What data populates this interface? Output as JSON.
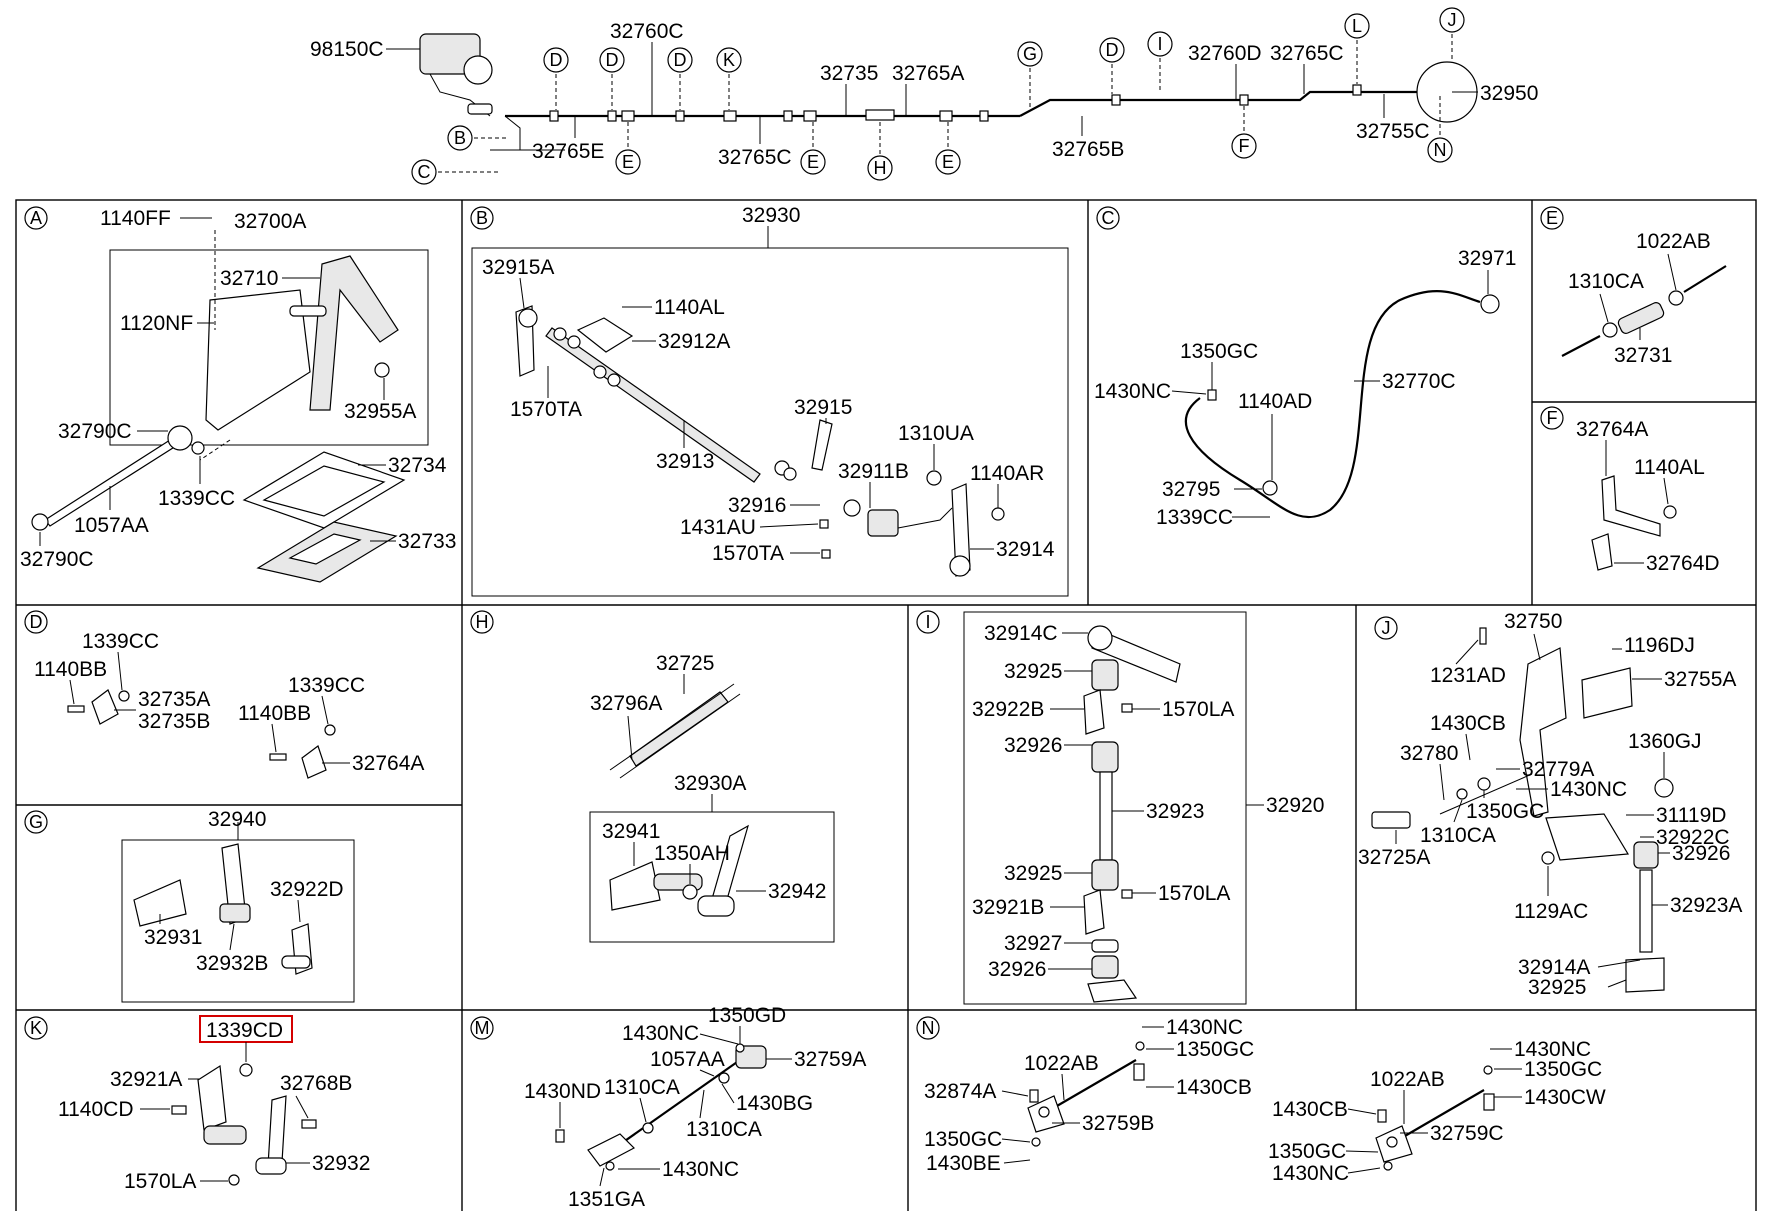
{
  "top": {
    "labels": [
      "98150C",
      "32760C",
      "32735",
      "32765A",
      "32760D",
      "32765C",
      "32950",
      "32765E",
      "32765C",
      "32765B",
      "32755C"
    ],
    "callouts": [
      "D",
      "D",
      "D",
      "K",
      "G",
      "D",
      "I",
      "L",
      "J",
      "B",
      "C",
      "E",
      "E",
      "H",
      "E",
      "F",
      "N"
    ]
  },
  "sections": {
    "A": {
      "letter": "A",
      "labels": [
        "1140FF",
        "32700A",
        "32710",
        "1120NF",
        "32955A",
        "32790C",
        "32734",
        "1339CC",
        "1057AA",
        "32733",
        "32790C"
      ]
    },
    "B": {
      "letter": "B",
      "labels": [
        "32930",
        "32915A",
        "1140AL",
        "32912A",
        "1570TA",
        "32915",
        "32913",
        "1310UA",
        "32911B",
        "1140AR",
        "32916",
        "1431AU",
        "1570TA",
        "32914"
      ]
    },
    "C": {
      "letter": "C",
      "labels": [
        "32971",
        "1350GC",
        "1430NC",
        "32770C",
        "1140AD",
        "32795",
        "1339CC"
      ]
    },
    "E": {
      "letter": "E",
      "labels": [
        "1022AB",
        "1310CA",
        "32731"
      ]
    },
    "F": {
      "letter": "F",
      "labels": [
        "32764A",
        "1140AL",
        "32764D"
      ]
    },
    "D": {
      "letter": "D",
      "labels": [
        "1339CC",
        "1140BB",
        "32735A",
        "32735B",
        "1339CC",
        "1140BB",
        "32764A"
      ]
    },
    "H": {
      "letter": "H",
      "labels": [
        "32725",
        "32796A",
        "32930A",
        "32941",
        "1350AH",
        "32942"
      ]
    },
    "I": {
      "letter": "I",
      "labels": [
        "32914C",
        "32925",
        "32922B",
        "1570LA",
        "32926",
        "32923",
        "32920",
        "32925",
        "1570LA",
        "32921B",
        "32927",
        "32926"
      ]
    },
    "J": {
      "letter": "J",
      "labels": [
        "32750",
        "1196DJ",
        "1231AD",
        "32755A",
        "1430CB",
        "1360GJ",
        "32780",
        "32779A",
        "1430NC",
        "1350GC",
        "31119D",
        "1310CA",
        "32922C",
        "32725A",
        "32926",
        "1129AC",
        "32923A",
        "32914A",
        "32925"
      ]
    },
    "G": {
      "letter": "G",
      "labels": [
        "32940",
        "32922D",
        "32931",
        "32932B"
      ]
    },
    "K": {
      "letter": "K",
      "highlight": "1339CD",
      "labels": [
        "32921A",
        "32768B",
        "1140CD",
        "32932",
        "1570LA"
      ]
    },
    "M": {
      "letter": "M",
      "labels": [
        "1350GD",
        "1430NC",
        "1057AA",
        "32759A",
        "1430ND",
        "1310CA",
        "1430BG",
        "1310CA",
        "1430NC",
        "1351GA"
      ]
    },
    "N": {
      "letter": "N",
      "labels": [
        "1430NC",
        "1350GC",
        "1022AB",
        "1430CB",
        "32874A",
        "32759B",
        "1350GC",
        "1430BE",
        "1430NC",
        "1350GC",
        "1022AB",
        "1430CW",
        "1430CB",
        "32759C",
        "1350GC",
        "1430NC"
      ]
    }
  }
}
